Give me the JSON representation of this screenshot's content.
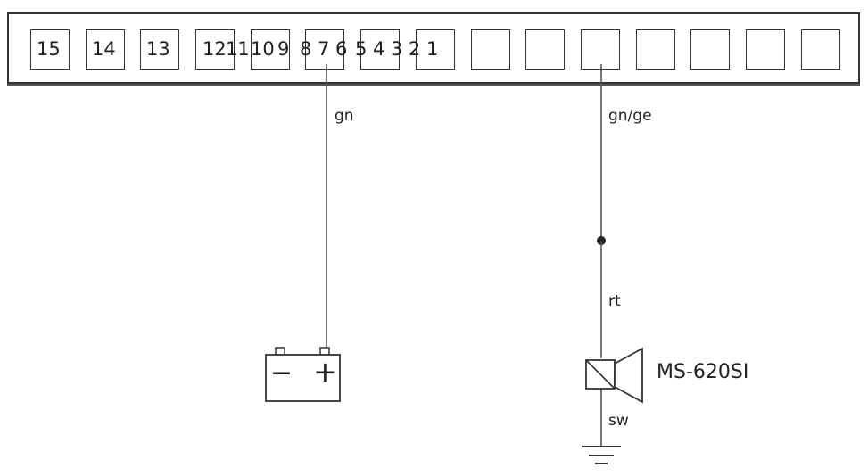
{
  "connector": {
    "pins": [
      "15",
      "14",
      "13",
      "12",
      "11",
      "10",
      "9",
      "8",
      "7",
      "6",
      "5",
      "4",
      "3",
      "2",
      "1",
      "",
      "",
      "",
      "",
      "",
      "",
      ""
    ]
  },
  "wires": {
    "left": {
      "color_label": "gn"
    },
    "right_upper": {
      "color_label": "gn/ge"
    },
    "right_middle": {
      "color_label": "rt"
    },
    "right_lower": {
      "color_label": "sw"
    }
  },
  "battery": {
    "minus": "−",
    "plus": "+"
  },
  "siren": {
    "model": "MS-620SI"
  }
}
